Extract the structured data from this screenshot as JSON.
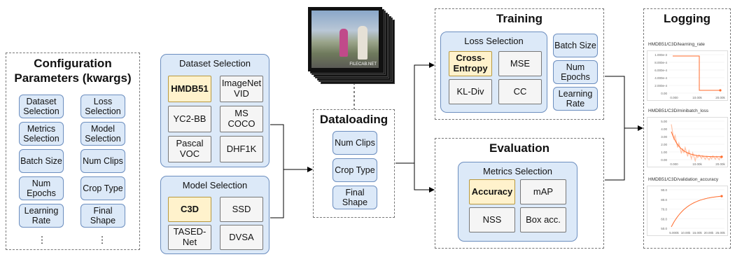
{
  "config": {
    "title": "Configuration Parameters (kwargs)",
    "items": [
      "Dataset Selection",
      "Loss Selection",
      "Metrics Selection",
      "Model Selection",
      "Batch Size",
      "Num Clips",
      "Num Epochs",
      "Crop Type",
      "Learning Rate",
      "Final Shape"
    ],
    "ellipsis": "⋮"
  },
  "dataset": {
    "title": "Dataset Selection",
    "items": [
      {
        "label": "HMDB51",
        "selected": true
      },
      {
        "label": "ImageNet VID",
        "selected": false
      },
      {
        "label": "YC2-BB",
        "selected": false
      },
      {
        "label": "MS COCO",
        "selected": false
      },
      {
        "label": "Pascal VOC",
        "selected": false
      },
      {
        "label": "DHF1K",
        "selected": false
      }
    ]
  },
  "model": {
    "title": "Model Selection",
    "items": [
      {
        "label": "C3D",
        "selected": true
      },
      {
        "label": "SSD",
        "selected": false
      },
      {
        "label": "TASED-Net",
        "selected": false
      },
      {
        "label": "DVSA",
        "selected": false
      }
    ]
  },
  "video": {
    "watermark": "FILECAB.NET"
  },
  "dataloading": {
    "title": "Dataloading",
    "items": [
      "Num Clips",
      "Crop Type",
      "Final Shape"
    ]
  },
  "training": {
    "title": "Training",
    "loss_title": "Loss Selection",
    "loss_items": [
      {
        "label": "Cross-Entropy",
        "selected": true
      },
      {
        "label": "MSE",
        "selected": false
      },
      {
        "label": "KL-Div",
        "selected": false
      },
      {
        "label": "CC",
        "selected": false
      }
    ],
    "side_items": [
      "Batch Size",
      "Num Epochs",
      "Learning Rate"
    ]
  },
  "evaluation": {
    "title": "Evaluation",
    "metrics_title": "Metrics Selection",
    "metrics_items": [
      {
        "label": "Accuracy",
        "selected": true
      },
      {
        "label": "mAP",
        "selected": false
      },
      {
        "label": "NSS",
        "selected": false
      },
      {
        "label": "Box acc.",
        "selected": false
      }
    ]
  },
  "logging": {
    "title": "Logging",
    "plots": [
      {
        "title": "HMDB51/C3D/learning_rate",
        "yticks": [
          "1.000e-3",
          "8.000e-4",
          "6.000e-4",
          "4.000e-4",
          "2.000e-4",
          "0.00"
        ],
        "xticks": [
          "0.000",
          "10.00k",
          "20.00k"
        ]
      },
      {
        "title": "HMDB51/C3D/minibatch_loss",
        "yticks": [
          "5.00",
          "4.00",
          "3.00",
          "2.00",
          "1.00",
          "0.00"
        ],
        "xticks": [
          "0.000",
          "10.00k",
          "20.00k"
        ]
      },
      {
        "title": "HMDB51/C3D/validation_accuracy",
        "yticks": [
          "90.0",
          "80.0",
          "70.0",
          "60.0",
          "50.0"
        ],
        "xticks": [
          "5.000k",
          "10.00k",
          "15.00k",
          "20.00k",
          "25.00k"
        ]
      }
    ],
    "colors": {
      "curve": "#ff6a2a",
      "marker": "#ff6a2a"
    }
  },
  "colors": {
    "panel": "#dce9f8",
    "panel_border": "#6c8ebf",
    "selected": "#fff2cc",
    "cell": "#f5f5f5"
  }
}
